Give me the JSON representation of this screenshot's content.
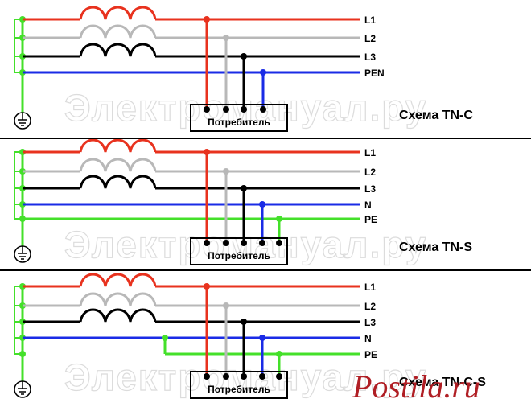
{
  "colors": {
    "L1": "#e8321e",
    "L2": "#b8b8b8",
    "L3": "#000000",
    "neutral": "#1a2be6",
    "protective": "#44e02a",
    "separator": "#000000",
    "watermark": "#dcdcdc",
    "logo": "#b01e24"
  },
  "panels": [
    {
      "title": "Схема TN-C",
      "consumer": "Потребитель",
      "wire_labels": [
        "L1",
        "L2",
        "L3",
        "PEN"
      ]
    },
    {
      "title": "Схема TN-S",
      "consumer": "Потребитель",
      "wire_labels": [
        "L1",
        "L2",
        "L3",
        "N",
        "PE"
      ]
    },
    {
      "title": "Схема TN-C-S",
      "consumer": "Потребитель",
      "wire_labels": [
        "L1",
        "L2",
        "L3",
        "N",
        "PE"
      ]
    }
  ],
  "watermark": "Электромануал.ру",
  "logo": "Postila.ru",
  "icons": [
    "ground-icon",
    "coil-icon",
    "junction-dot-icon"
  ]
}
